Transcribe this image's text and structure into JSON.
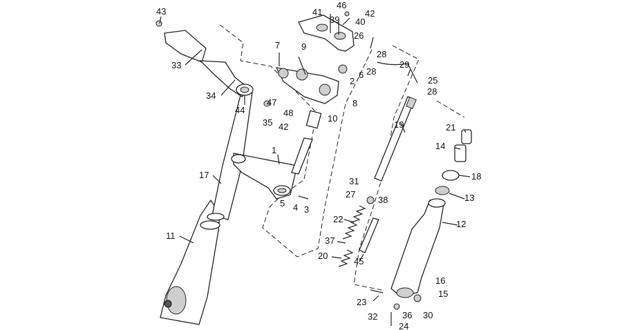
{
  "callouts": [
    "1",
    "2",
    "3",
    "4",
    "5",
    "6",
    "7",
    "8",
    "9",
    "10",
    "11",
    "12",
    "13",
    "14",
    "15",
    "16",
    "17",
    "18",
    "19",
    "20",
    "21",
    "22",
    "23",
    "24",
    "25",
    "26",
    "27",
    "28",
    "28",
    "28",
    "29",
    "30",
    "31",
    "32",
    "33",
    "34",
    "35",
    "36",
    "37",
    "38",
    "39",
    "40",
    "41",
    "42",
    "42",
    "43",
    "44",
    "45",
    "46",
    "47",
    "48"
  ]
}
